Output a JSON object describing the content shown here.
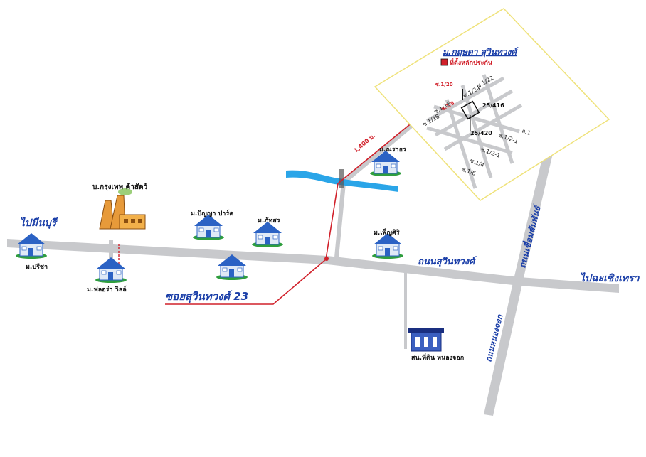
{
  "colors": {
    "road": "#c8c9cc",
    "road_edge": "#b2b4b8",
    "route": "#d1202a",
    "river": "#2aa5e8",
    "inset_border": "#efe27a",
    "label_blue": "#1a3ea8",
    "house_roof": "#2b62c4",
    "grass": "#2f9e3e"
  },
  "labels": {
    "west": "ไปมีนบุรี",
    "east": "ไปฉะเชิงเทรา",
    "main_road": "ถนนสุวินทวงศ์",
    "cross_road_n": "ถนนเชื่อมสัมพันธ์",
    "cross_road_s": "ถนนหนองจอก",
    "soi": "ซอยสุวินทวงศ์ 23",
    "distance": "1,400 ม."
  },
  "places": {
    "factory": "บ.กรุงเทพ ค้าสัตว์",
    "pleesa": "ม.ปรีชา",
    "flora": "ม.ฟลอร่า วิลล์",
    "panya": "ม.ปัญญา ปาร์ค",
    "phatsorn": "ม.ภัทสร",
    "narathorn": "ม.ณราธร",
    "phensiri": "ม.เพ็ญศิริ",
    "police": "สน.ที่ดิน หนองจอก"
  },
  "inset": {
    "title": "ม.กฤษดา สุวินทวงศ์",
    "legend_text": "ที่ตั้งหลักประกัน",
    "lot_a": "25/416",
    "lot_b": "25/420",
    "street_labels": [
      "ซ.1/20",
      "ซ.1/22",
      "ซ.1/24",
      "ซ.1/16",
      "ซ.1/18",
      "ซ.1/2-1",
      "ซ.1/2-1",
      "ซ.1/4",
      "ซ.1/6",
      "ถ.1",
      "ซ.1/8"
    ]
  }
}
